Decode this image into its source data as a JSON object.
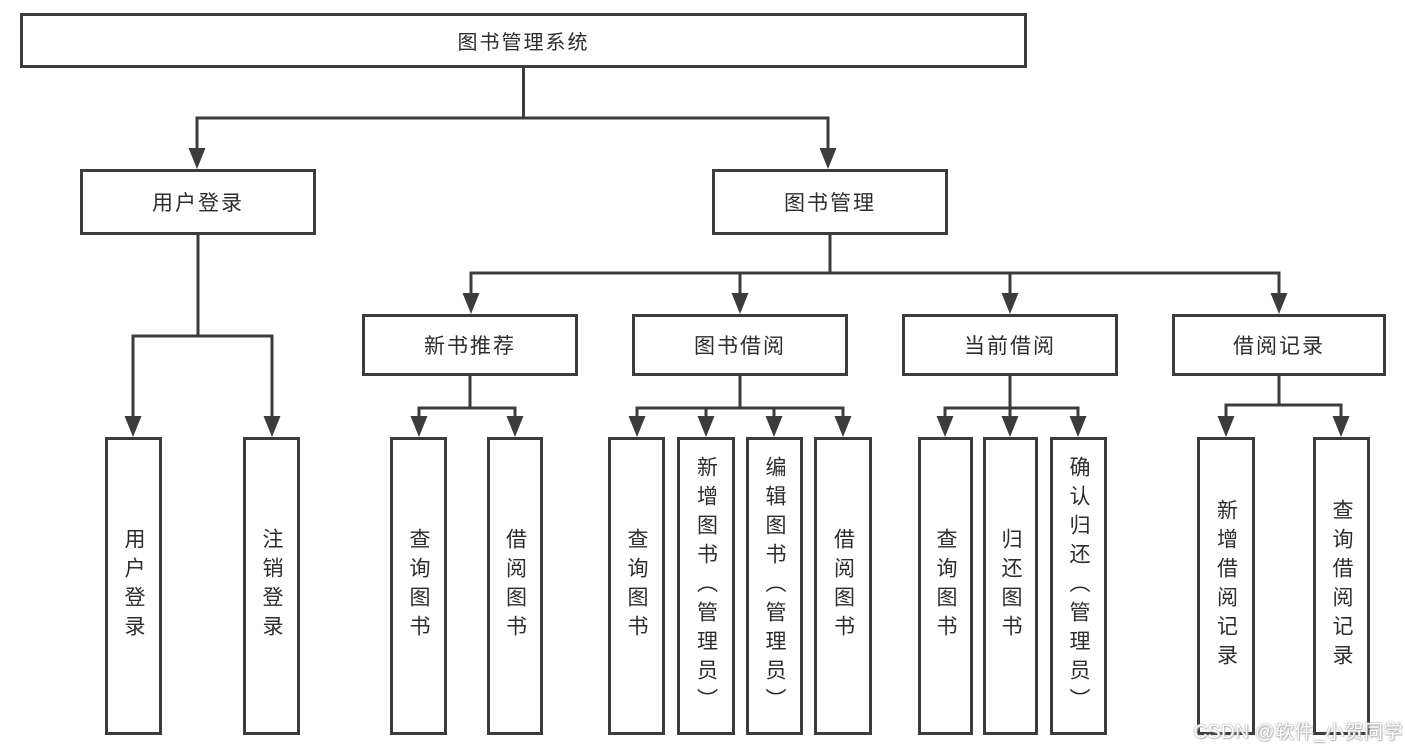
{
  "diagram": {
    "root": "图书管理系统",
    "level2": {
      "user_login": "用户登录",
      "book_mgmt": "图书管理"
    },
    "level3": {
      "new_books": "新书推荐",
      "book_borrow": "图书借阅",
      "current_borrow": "当前借阅",
      "borrow_records": "借阅记录"
    },
    "leaves": {
      "user_login": [
        "用户登录",
        "注销登录"
      ],
      "new_books": [
        "查询图书",
        "借阅图书"
      ],
      "book_borrow": [
        "查询图书",
        "新增图书（管理员）",
        "编辑图书（管理员）",
        "借阅图书"
      ],
      "current_borrow": [
        "查询图书",
        "归还图书",
        "确认归还（管理员）"
      ],
      "borrow_records": [
        "新增借阅记录",
        "查询借阅记录"
      ]
    },
    "colors": {
      "line": "#3c3c3c",
      "text": "#2d2d2d",
      "box_fill": "#ffffff"
    }
  },
  "watermark": "CSDN @软件_小贺同学"
}
